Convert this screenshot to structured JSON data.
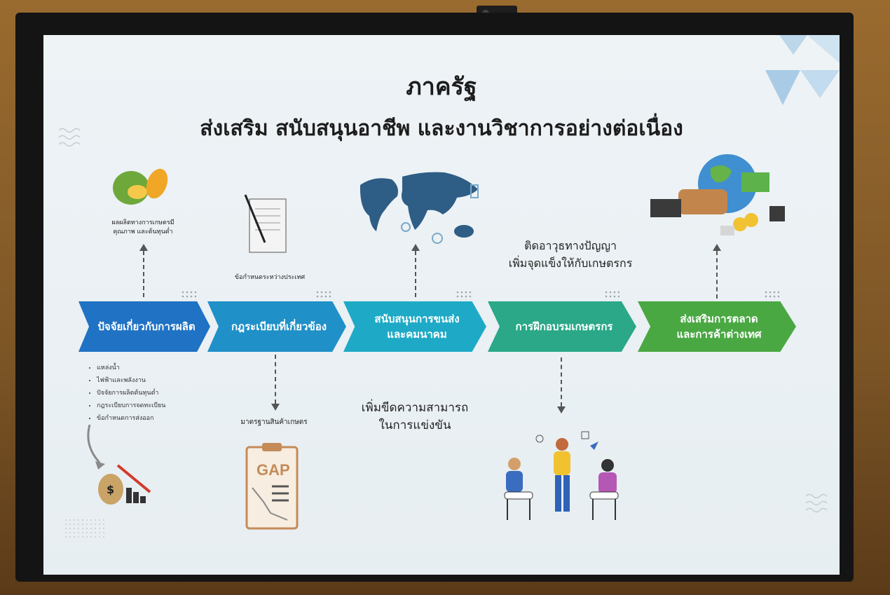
{
  "slide": {
    "title": "ภาครัฐ",
    "subtitle": "ส่งเสริม สนับสนุนอาชีพ และงานวิชาการอย่างต่อเนื่อง"
  },
  "steps": [
    {
      "label": "ปัจจัยเกี่ยวกับการผลิต",
      "color": "#1f72c4"
    },
    {
      "label": "กฎระเบียบที่เกี่ยวข้อง",
      "color": "#1f90c8"
    },
    {
      "label": "สนับสนุนการขนส่ง\nและคมนาคม",
      "color": "#1eaac6"
    },
    {
      "label": "การฝึกอบรมเกษตรกร",
      "color": "#2aa888"
    },
    {
      "label": "ส่งเสริมการตลาด\nและการค้าต่างเทศ",
      "color": "#4aa843"
    }
  ],
  "annotations": {
    "produce_caption": "ผลผลิตทางการเกษตรมี\nคุณภาพ และต้นทุนต่ำ",
    "intl_rules_caption": "ข้อกำหนดระหว่างประเทศ",
    "ip_caption": "ติดอาวุธทางปัญญา\nเพิ่มจุดแข็งให้กับเกษตรกร",
    "competitiveness_caption": "เพิ่มขีดความสามารถ\nในการแข่งขัน",
    "standard_caption": "มาตรฐานสินค้าเกษตร",
    "gap_label": "GAP"
  },
  "factor_list": [
    "แหล่งน้ำ",
    "ไฟฟ้าและพลังงาน",
    "ปัจจัยการผลิตต้นทุนต่ำ",
    "กฎระเบียบการจดทะเบียน",
    "ข้อกำหนดการส่งออก"
  ],
  "colors": {
    "screen_bg": "#eaf0f4",
    "title_text": "#1d1d1d",
    "bezel": "#141414"
  }
}
